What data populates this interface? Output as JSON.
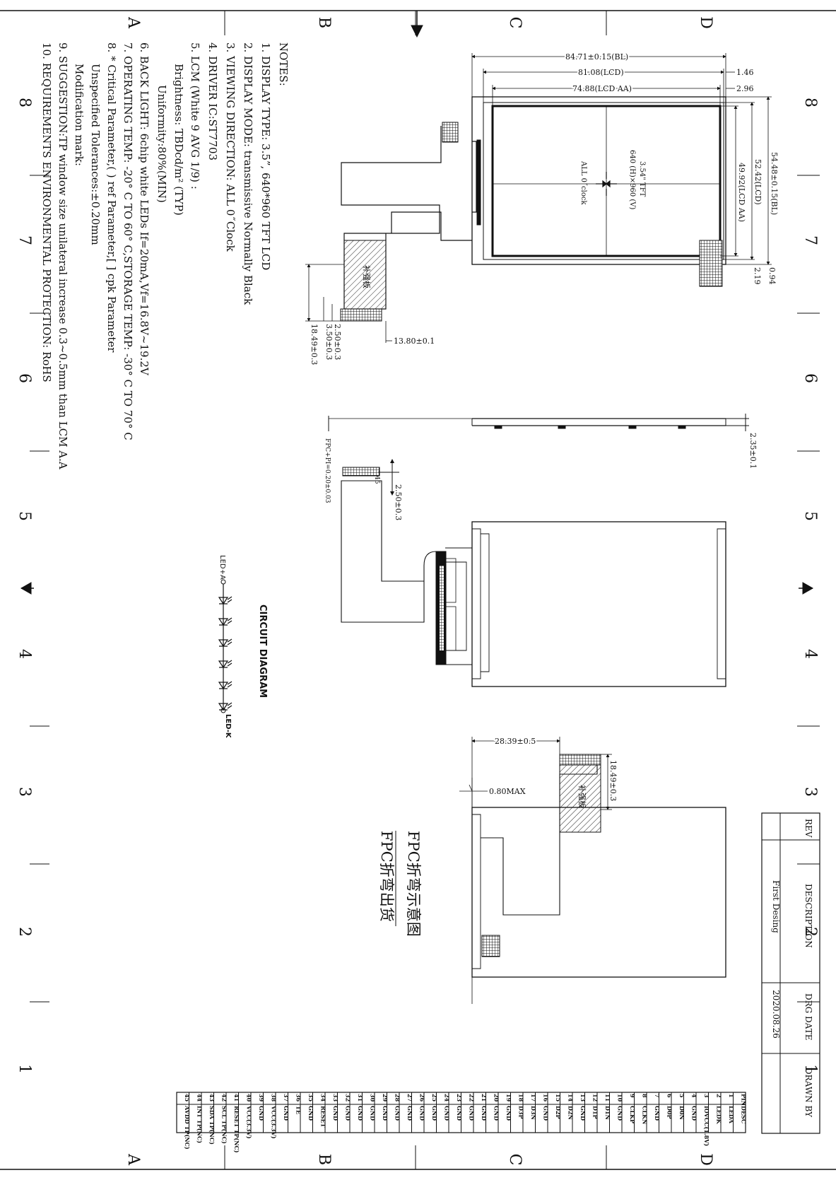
{
  "zones_letters": [
    "A",
    "B",
    "C",
    "D"
  ],
  "zones_numbers": [
    "8",
    "7",
    "6",
    "5",
    "4",
    "3",
    "2",
    "1"
  ],
  "notes": {
    "heading": "NOTES:",
    "lines": [
      "1. DISPLAY TYPE: 3.5”, 640*960 TFT LCD",
      "2. DISPLAY MODE: transmissive Normally Black",
      "3. VIEWING DIRECTION:  ALL 0˝Clock",
      "4. DRIVER IC:ST7703",
      "5. LCM (White 9 AVG 1/9) :",
      "   Brightness: TBDcd/m² (TYP)",
      "   Uniformity:80%(MIN)",
      "6. BACK LIGHT: 6chip white LEDs If=20mA,Vf=16.8V~19.2V",
      "7. OPERATING TEMP: -20° C TO 60° C,STORAGE TEMP: -30° C TO 70° C",
      "8. * Critical Parameter,( ) ref Parameter,[ ] cpk Parameter",
      "   Unspecified Tolerances:±0.20mm",
      "   Modification mark:",
      "9. SUGGESTION:TP window size unilateral increase 0.3~0.5mm than LCM A.A",
      "10. REQUIREMENTS ENVIRONMENTAL PROTECTION: RoHS"
    ]
  },
  "front_view": {
    "dims": [
      "84.71±0.15(BL)",
      "81.08(LCD)",
      "74.88(LCD AA)",
      "1.46",
      "2.96",
      "54.48±0.15(BL)",
      "52.42(LCD)",
      "49.92(LCD AA)",
      "0.94",
      "2.19",
      "13.80±0.1",
      "2.50±0.3",
      "3.50±0.3",
      "18.49±0.3"
    ],
    "center_labels": [
      "3.54\" TFT",
      "640 (H)×960 (V)",
      "ALL 0˝clock"
    ],
    "stiffener_label": "补强板"
  },
  "side_view": {
    "dims": [
      "2.35±0.1",
      "FPC+PI=0.20±0.03",
      "2.50±0.3"
    ],
    "pin_mark": "45"
  },
  "bent_view": {
    "dims": [
      "28.39±0.5",
      "0.80MAX",
      "18.49±0.3"
    ],
    "stiffener_label": "补强板",
    "caption_1": "FPC折弯示意图",
    "caption_2": "FPC折弯出货"
  },
  "circuit": {
    "title": "CIRCUIT DIAGRAM",
    "anode": "LED+A",
    "cathode": "LED-K"
  },
  "revision_block": {
    "headers": [
      "REV",
      "DESCRIPTION",
      "DRG DATE",
      "DRAWN BY"
    ],
    "row": [
      "",
      "First Desing",
      "2020.08.26",
      ""
    ]
  },
  "pin_table": {
    "headers": [
      "PIN",
      "DESC"
    ],
    "rows": [
      [
        "1",
        "LEDA"
      ],
      [
        "2",
        "LEDK"
      ],
      [
        "3",
        "IOVCC(1.8V)"
      ],
      [
        "4",
        "GND"
      ],
      [
        "5",
        "D0N"
      ],
      [
        "6",
        "D0P"
      ],
      [
        "7",
        "GND"
      ],
      [
        "8",
        "CLKN"
      ],
      [
        "9",
        "CLKP"
      ],
      [
        "10",
        "GND"
      ],
      [
        "11",
        "D1N"
      ],
      [
        "12",
        "D1P"
      ],
      [
        "13",
        "GND"
      ],
      [
        "14",
        "D2N"
      ],
      [
        "15",
        "D2P"
      ],
      [
        "16",
        "GND"
      ],
      [
        "17",
        "D3N"
      ],
      [
        "18",
        "D3P"
      ],
      [
        "19",
        "GND"
      ],
      [
        "20",
        "GND"
      ],
      [
        "21",
        "GND"
      ],
      [
        "22",
        "GND"
      ],
      [
        "23",
        "GND"
      ],
      [
        "24",
        "GND"
      ],
      [
        "25",
        "GND"
      ],
      [
        "26",
        "GND"
      ],
      [
        "27",
        "GND"
      ],
      [
        "28",
        "GND"
      ],
      [
        "29",
        "GND"
      ],
      [
        "30",
        "GND"
      ],
      [
        "31",
        "GND"
      ],
      [
        "32",
        "GND"
      ],
      [
        "33",
        "GND"
      ],
      [
        "34",
        "RESET"
      ],
      [
        "35",
        "GND"
      ],
      [
        "36",
        "TE"
      ],
      [
        "37",
        "GND"
      ],
      [
        "38",
        "VCC(3.3V)"
      ],
      [
        "39",
        "GND"
      ],
      [
        "40",
        "VCC(3.3V)"
      ],
      [
        "41",
        "RESET TP(NC)"
      ],
      [
        "42",
        "SCL TP(NC)"
      ],
      [
        "43",
        "SDA TP(NC)"
      ],
      [
        "44",
        "INT TP(NC)"
      ],
      [
        "45",
        "AVDD TP(NC)"
      ]
    ]
  }
}
